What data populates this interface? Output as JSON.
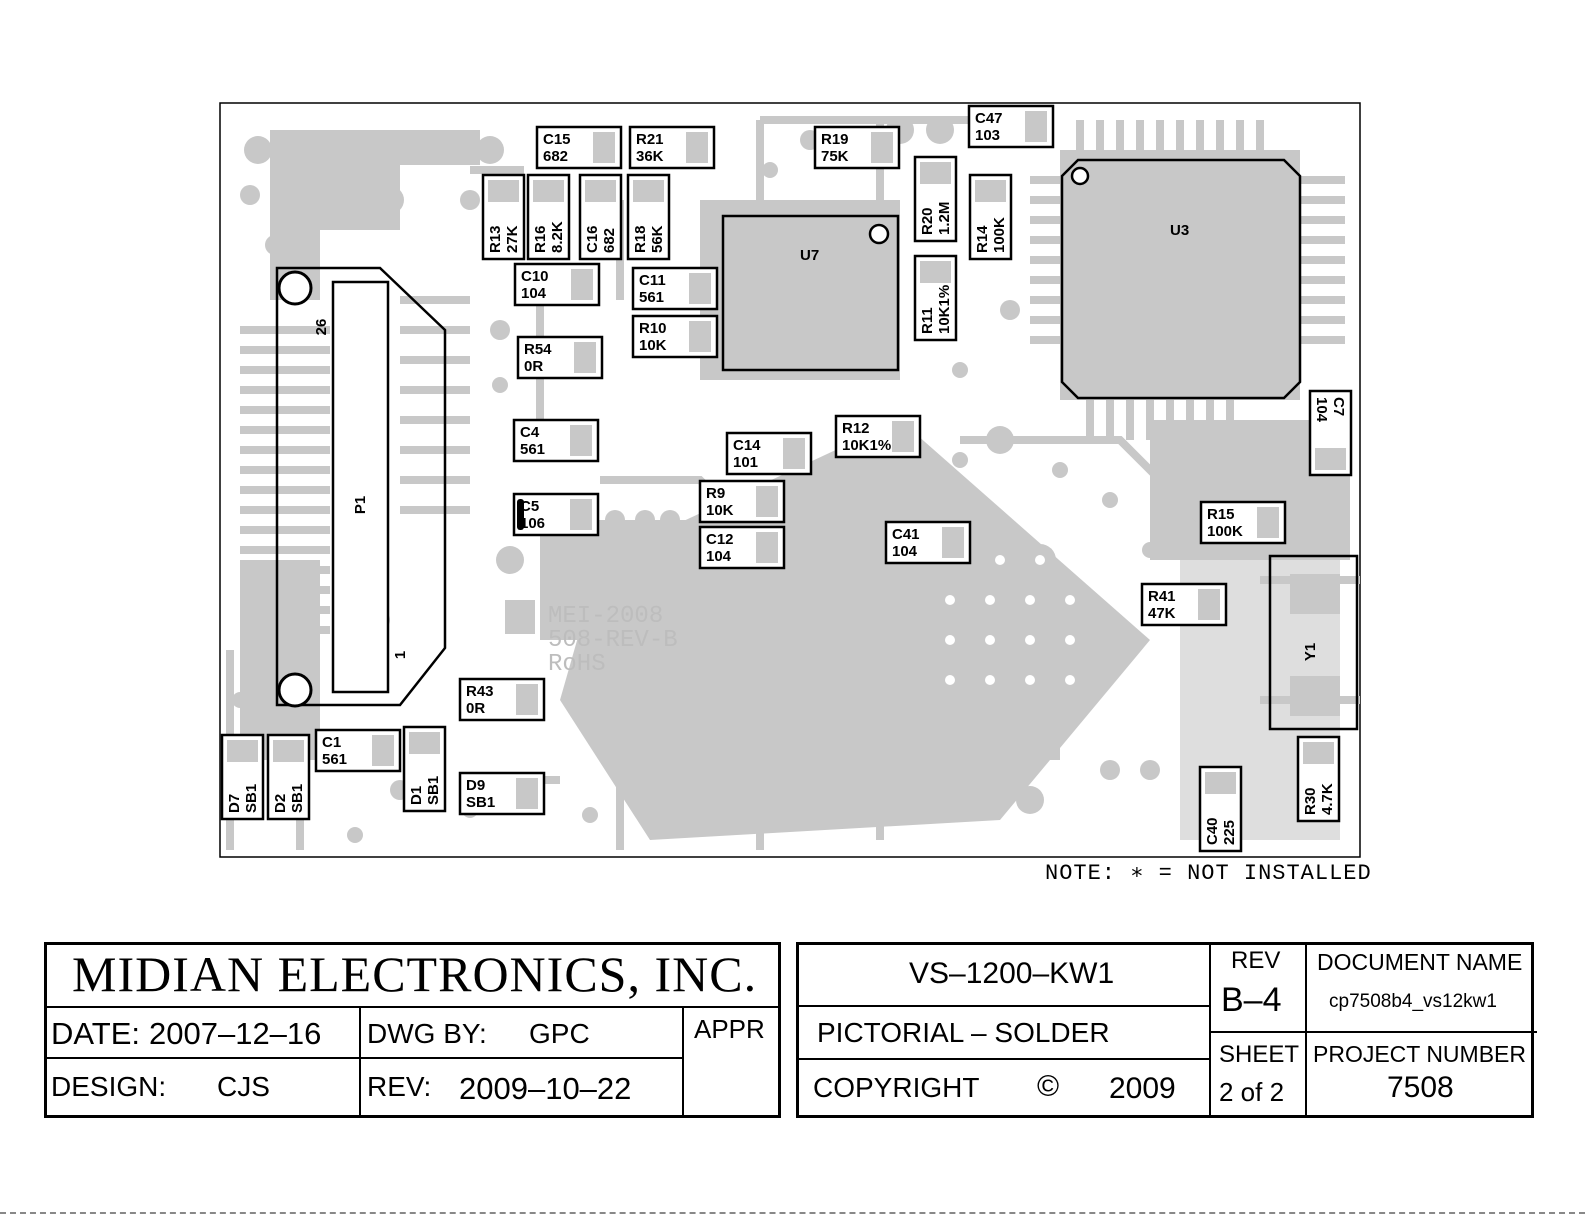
{
  "board": {
    "silkscreen": [
      "MEI-2008",
      "508-REV-B",
      "RoHS"
    ],
    "connector": {
      "ref": "P1",
      "pin_first": "1",
      "pin_last": "26"
    },
    "chips": [
      {
        "ref": "U7"
      },
      {
        "ref": "U3"
      }
    ],
    "crystal": {
      "ref": "Y1"
    },
    "components": [
      {
        "ref": "C15",
        "value": "682"
      },
      {
        "ref": "R21",
        "value": "36K"
      },
      {
        "ref": "R19",
        "value": "75K"
      },
      {
        "ref": "C47",
        "value": "103"
      },
      {
        "ref": "R13",
        "value": "27K"
      },
      {
        "ref": "R16",
        "value": "8.2K"
      },
      {
        "ref": "C16",
        "value": "682"
      },
      {
        "ref": "R18",
        "value": "56K"
      },
      {
        "ref": "R20",
        "value": "1.2M"
      },
      {
        "ref": "R14",
        "value": "100K"
      },
      {
        "ref": "C10",
        "value": "104"
      },
      {
        "ref": "C11",
        "value": "561"
      },
      {
        "ref": "R10",
        "value": "10K"
      },
      {
        "ref": "R11",
        "value": "10K1%"
      },
      {
        "ref": "R54",
        "value": "0R"
      },
      {
        "ref": "C4",
        "value": "561"
      },
      {
        "ref": "C14",
        "value": "101"
      },
      {
        "ref": "R12",
        "value": "10K1%"
      },
      {
        "ref": "C7",
        "value": "104"
      },
      {
        "ref": "C5",
        "value": "106"
      },
      {
        "ref": "R9",
        "value": "10K"
      },
      {
        "ref": "C12",
        "value": "104"
      },
      {
        "ref": "C41",
        "value": "104"
      },
      {
        "ref": "R15",
        "value": "100K"
      },
      {
        "ref": "R41",
        "value": "47K"
      },
      {
        "ref": "R43",
        "value": "0R"
      },
      {
        "ref": "C1",
        "value": "561"
      },
      {
        "ref": "D7",
        "value": "SB1"
      },
      {
        "ref": "D2",
        "value": "SB1"
      },
      {
        "ref": "D1",
        "value": "SB1"
      },
      {
        "ref": "D9",
        "value": "SB1"
      },
      {
        "ref": "R30",
        "value": "4.7K"
      },
      {
        "ref": "C40",
        "value": "225"
      }
    ]
  },
  "note": "NOTE: ∗ = NOT INSTALLED",
  "title_block_left": {
    "company": "MIDIAN ELECTRONICS, INC.",
    "date_label": "DATE:",
    "date_value": "2007‒12‒16",
    "dwg_by_label": "DWG BY:",
    "dwg_by_value": "GPC",
    "appr_label": "APPR",
    "design_label": "DESIGN:",
    "design_value": "CJS",
    "rev_label": "REV:",
    "rev_value": "2009‒10‒22"
  },
  "title_block_right": {
    "model": "VS‒1200‒KW1",
    "view": "PICTORIAL ‒ SOLDER",
    "copyright_label": "COPYRIGHT",
    "copyright_symbol": "©",
    "copyright_year": "2009",
    "rev_label": "REV",
    "rev_value": "B‒4",
    "sheet_label": "SHEET",
    "sheet_value": "2 of 2",
    "doc_name_label": "DOCUMENT NAME",
    "doc_name_value": "cp7508b4_vs12kw1",
    "project_label": "PROJECT NUMBER",
    "project_value": "7508"
  }
}
